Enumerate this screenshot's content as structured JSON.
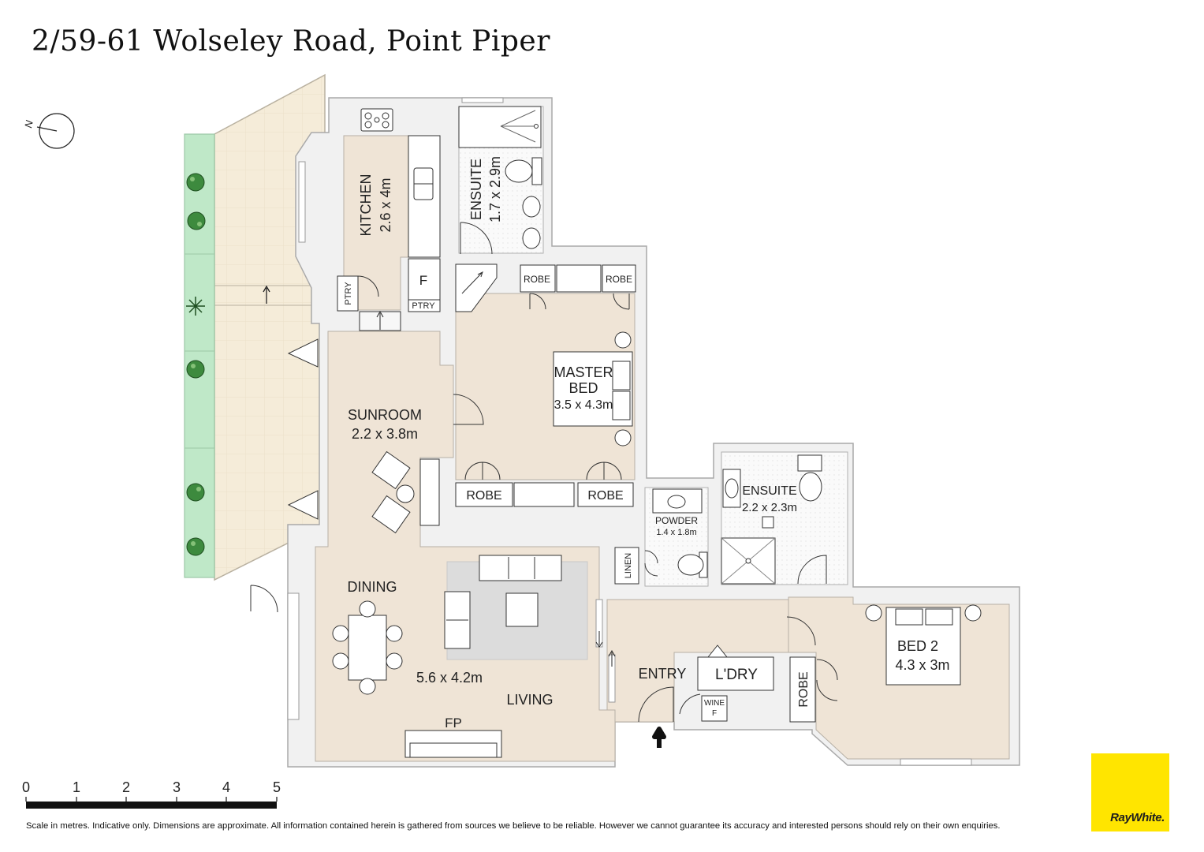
{
  "title": "2/59-61 Wolseley Road, Point Piper",
  "compass": {
    "label": "N"
  },
  "rooms": {
    "kitchen": {
      "name": "KITCHEN",
      "size": "2.6 x 4m"
    },
    "ensuite1": {
      "name": "ENSUITE",
      "size": "1.7 x 2.9m"
    },
    "master": {
      "name1": "MASTER",
      "name2": "BED",
      "size": "3.5 x 4.3m"
    },
    "sunroom": {
      "name": "SUNROOM",
      "size": "2.2 x 3.8m"
    },
    "ensuite2": {
      "name": "ENSUITE",
      "size": "2.2 x 2.3m"
    },
    "powder": {
      "name": "POWDER",
      "size": "1.4 x 1.8m"
    },
    "dining": {
      "name": "DINING"
    },
    "living": {
      "name": "LIVING",
      "size": "5.6 x 4.2m"
    },
    "entry": {
      "name": "ENTRY"
    },
    "laundry": {
      "name": "L'DRY"
    },
    "bed2": {
      "name": "BED 2",
      "size": "4.3 x 3m"
    }
  },
  "fixtures": {
    "robe": "ROBE",
    "ptry": "PTRY",
    "fridge": "F",
    "linen": "LINEN",
    "wine1": "WINE",
    "wine2": "F",
    "fireplace": "FP"
  },
  "scale": {
    "ticks": [
      "0",
      "1",
      "2",
      "3",
      "4",
      "5"
    ]
  },
  "disclaimer": "Scale in metres. Indicative only. Dimensions are approximate. All information contained herein is gathered from sources we believe to be reliable. However we cannot guarantee its accuracy and interested persons should rely on their own enquiries.",
  "logo": {
    "text": "RayWhite."
  },
  "colors": {
    "floor": "#efe4d6",
    "wall": "#f2f2f2",
    "wall_stroke": "#a6a6a6",
    "garden": "#bfe8c8",
    "terrace": "#f4ead6",
    "rug": "#dcdcdc",
    "logo": "#ffe500"
  }
}
